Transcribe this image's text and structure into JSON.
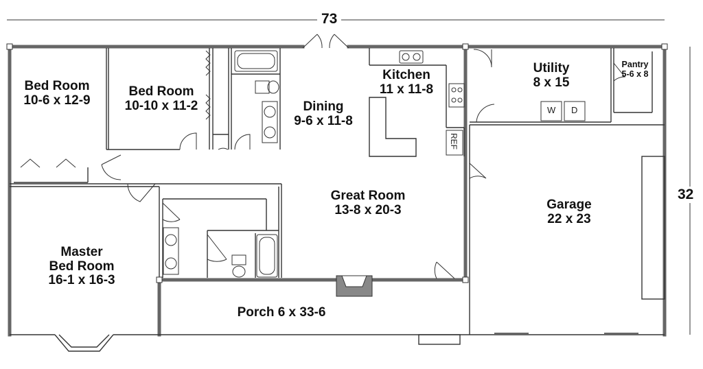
{
  "dimensions": {
    "width": "73",
    "depth": "32"
  },
  "rooms": {
    "bed1": {
      "name": "Bed Room",
      "size": "10-6 x 12-9"
    },
    "bed2": {
      "name": "Bed Room",
      "size": "10-10 x 11-2"
    },
    "dining": {
      "name": "Dining",
      "size": "9-6 x 11-8"
    },
    "kitchen": {
      "name": "Kitchen",
      "size": "11 x 11-8"
    },
    "utility": {
      "name": "Utility",
      "size": "8 x 15"
    },
    "pantry": {
      "name": "Pantry",
      "size": "5-6 x 8"
    },
    "great": {
      "name": "Great Room",
      "size": "13-8 x 20-3"
    },
    "garage": {
      "name": "Garage",
      "size": "22 x 23"
    },
    "master": {
      "name_line1": "Master",
      "name_line2": "Bed Room",
      "size": "16-1 x 16-3"
    },
    "porch": {
      "name": "Porch 6 x 33-6"
    }
  },
  "fixtures": {
    "washer": "W",
    "dryer": "D",
    "refrigerator": "REF"
  },
  "colors": {
    "wall": "#777777",
    "line": "#333333",
    "fireplace": "#888888"
  }
}
